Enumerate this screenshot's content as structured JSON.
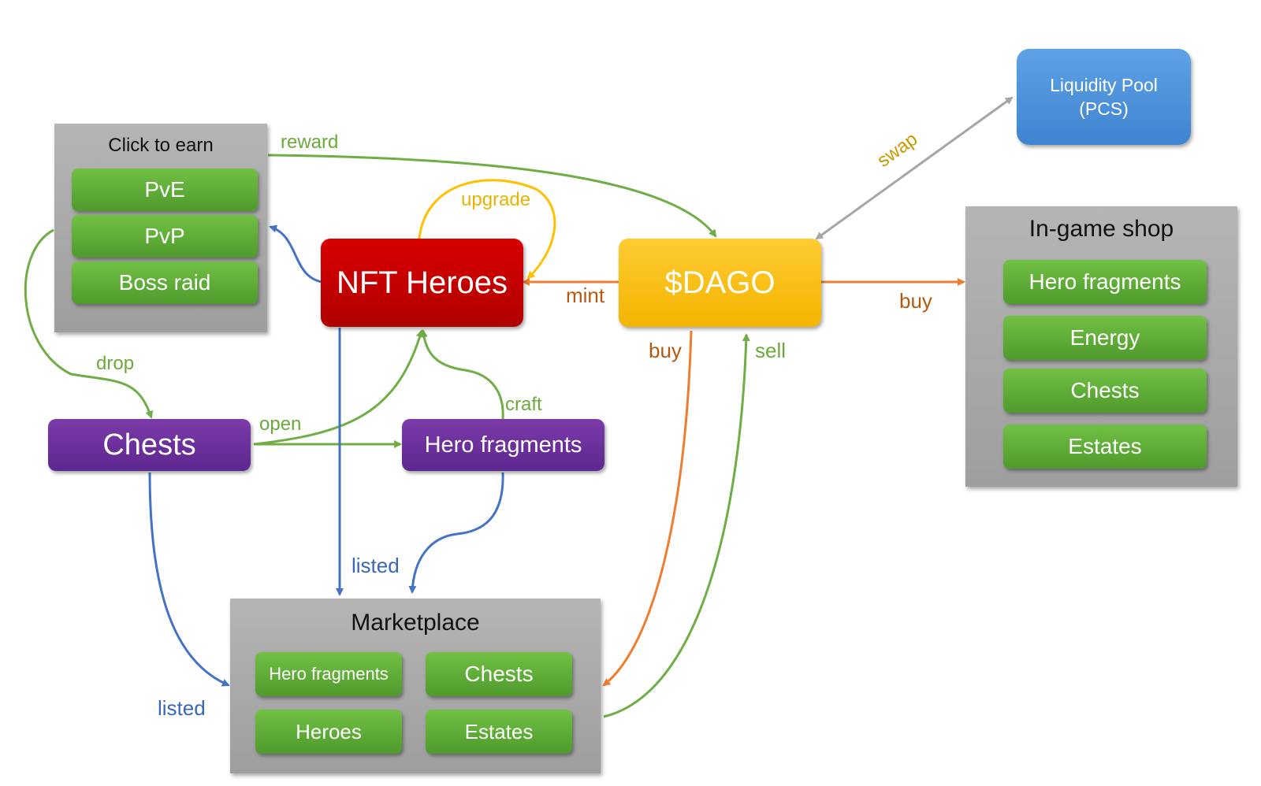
{
  "nodes": {
    "nft_heroes": "NFT Heroes",
    "dago": "$DAGO",
    "liquidity_pool": {
      "line1": "Liquidity Pool",
      "line2": "(PCS)"
    },
    "chests": "Chests",
    "hero_fragments": "Hero fragments"
  },
  "groups": {
    "click_to_earn": {
      "title": "Click to earn",
      "items": [
        "PvE",
        "PvP",
        "Boss raid"
      ]
    },
    "in_game_shop": {
      "title": "In-game shop",
      "items": [
        "Hero fragments",
        "Energy",
        "Chests",
        "Estates"
      ]
    },
    "marketplace": {
      "title": "Marketplace",
      "items": [
        "Hero fragments",
        "Chests",
        "Heroes",
        "Estates"
      ]
    }
  },
  "edge_labels": {
    "reward": "reward",
    "upgrade": "upgrade",
    "mint": "mint",
    "swap": "swap",
    "buy_shop": "buy",
    "buy_market": "buy",
    "sell": "sell",
    "drop": "drop",
    "open": "open",
    "craft": "craft",
    "listed_heroes": "listed",
    "listed_chests": "listed"
  },
  "colors": {
    "nft_heroes": "#c00000",
    "dago": "#ffc000",
    "liquidity_pool": "#4a90d9",
    "green_edge": "#70ad47",
    "orange_edge": "#ed7d31",
    "blue_edge": "#4472c4",
    "yellow_edge": "#ffc000",
    "gray_edge": "#a6a6a6"
  }
}
